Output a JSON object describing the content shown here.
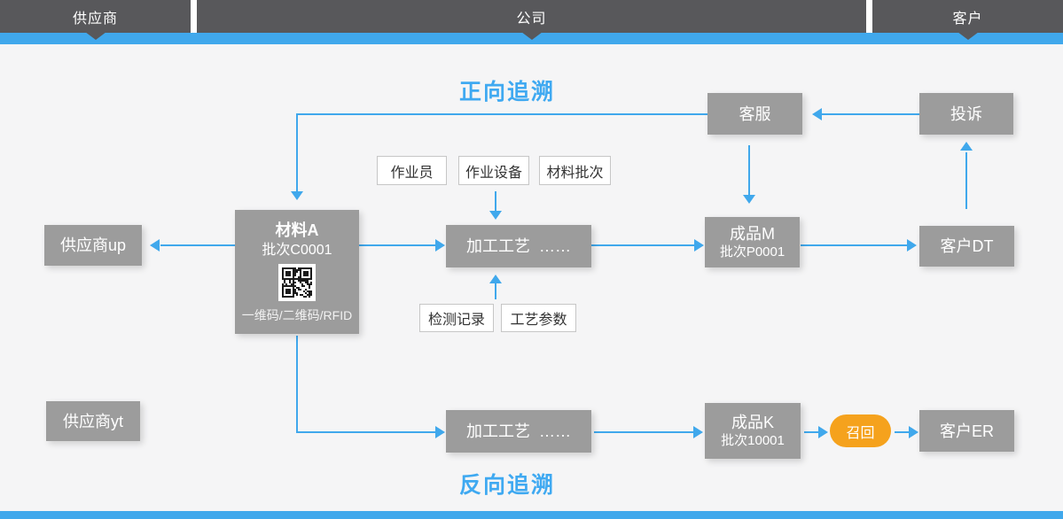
{
  "header": {
    "segments": [
      {
        "label": "供应商"
      },
      {
        "label": "公司"
      },
      {
        "label": "客户"
      }
    ]
  },
  "titles": {
    "forward": "正向追溯",
    "backward": "反向追溯"
  },
  "nodes": {
    "service": "客服",
    "complaint": "投诉",
    "supplier_up": "供应商up",
    "supplier_yt": "供应商yt",
    "material_a": {
      "title": "材料A",
      "batch": "批次C0001",
      "code_caption": "一维码/二维码/RFID"
    },
    "process_top": "加工工艺  ……",
    "process_bottom": "加工工艺  ……",
    "product_m": {
      "title": "成品M",
      "batch": "批次P0001"
    },
    "product_k": {
      "title": "成品K",
      "batch": "批次10001"
    },
    "customer_dt": "客户DT",
    "customer_er": "客户ER",
    "recall": "召回"
  },
  "tags": {
    "operator": "作业员",
    "equipment": "作业设备",
    "material_batch": "材料批次",
    "inspection": "检测记录",
    "process_params": "工艺参数"
  },
  "colors": {
    "accent_blue": "#40A8EC",
    "bar_gray": "#58585B",
    "box_gray": "#9C9C9C",
    "recall_orange": "#F5A21D"
  }
}
